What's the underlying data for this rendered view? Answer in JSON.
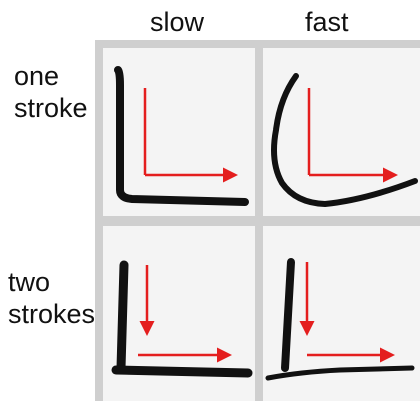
{
  "columns": {
    "slow": "slow",
    "fast": "fast"
  },
  "rows": {
    "one": [
      "one",
      "stroke"
    ],
    "two": [
      "two",
      "strokes"
    ]
  },
  "colors": {
    "stroke": "#111111",
    "arrow": "#e41e1e",
    "cell_background": "#f4f4f4",
    "grid_border": "#cfcfcf"
  },
  "icons": [
    "L-stroke",
    "direction-arrow"
  ]
}
